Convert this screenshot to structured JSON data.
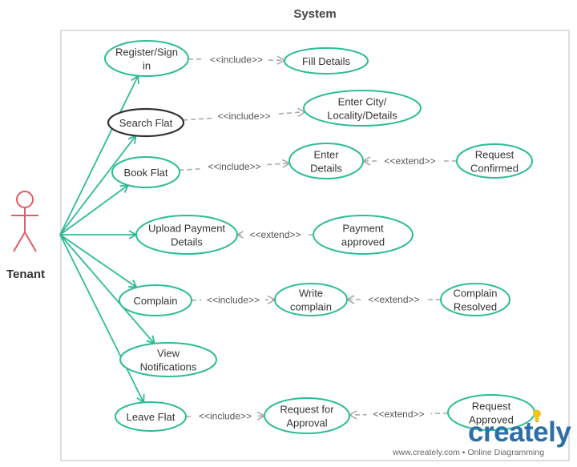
{
  "system": {
    "title": "System"
  },
  "actor": {
    "name": "Tenant",
    "color": "#e05c65"
  },
  "colors": {
    "usecase_border": "#2dbc94",
    "usecase_selected_border": "#333333",
    "association": "#2dbc94",
    "dependency": "#aaaaaa",
    "label": "#333333",
    "brand": "#2e6ea6",
    "bulb": "#f0c419"
  },
  "use_cases": [
    {
      "id": "register",
      "lines": [
        "Register/Sign",
        "in"
      ]
    },
    {
      "id": "fill",
      "lines": [
        "Fill Details"
      ]
    },
    {
      "id": "search",
      "lines": [
        "Search Flat"
      ],
      "selected": true
    },
    {
      "id": "city",
      "lines": [
        "Enter City/",
        "Locality/Details"
      ]
    },
    {
      "id": "book",
      "lines": [
        "Book Flat"
      ]
    },
    {
      "id": "enter",
      "lines": [
        "Enter",
        "Details"
      ]
    },
    {
      "id": "confirmed",
      "lines": [
        "Request",
        "Confirmed"
      ]
    },
    {
      "id": "upload",
      "lines": [
        "Upload Payment",
        "Details"
      ]
    },
    {
      "id": "payment",
      "lines": [
        "Payment",
        "approved"
      ]
    },
    {
      "id": "complain",
      "lines": [
        "Complain"
      ]
    },
    {
      "id": "write",
      "lines": [
        "Write",
        "complain"
      ]
    },
    {
      "id": "resolved",
      "lines": [
        "Complain",
        "Resolved"
      ]
    },
    {
      "id": "notify",
      "lines": [
        "View",
        "Notifications"
      ]
    },
    {
      "id": "leave",
      "lines": [
        "Leave Flat"
      ]
    },
    {
      "id": "approval",
      "lines": [
        "Request for",
        "Approval"
      ]
    },
    {
      "id": "approved",
      "lines": [
        "Request",
        "Approved"
      ]
    }
  ],
  "associations": [
    "register",
    "search",
    "book",
    "upload",
    "complain",
    "notify",
    "leave"
  ],
  "relationships": [
    {
      "from": "register",
      "to": "fill",
      "label": "<<include>>"
    },
    {
      "from": "search",
      "to": "city",
      "label": "<<include>>"
    },
    {
      "from": "book",
      "to": "enter",
      "label": "<<include>>"
    },
    {
      "from": "confirmed",
      "to": "enter",
      "label": "<<extend>>"
    },
    {
      "from": "payment",
      "to": "upload",
      "label": "<<extend>>"
    },
    {
      "from": "complain",
      "to": "write",
      "label": "<<include>>"
    },
    {
      "from": "resolved",
      "to": "write",
      "label": "<<extend>>"
    },
    {
      "from": "leave",
      "to": "approval",
      "label": "<<include>>"
    },
    {
      "from": "approved",
      "to": "approval",
      "label": "<<extend>>"
    }
  ],
  "watermark": {
    "brand": "creately",
    "text": "www.creately.com • Online Diagramming",
    "icon": "lightbulb-icon"
  }
}
